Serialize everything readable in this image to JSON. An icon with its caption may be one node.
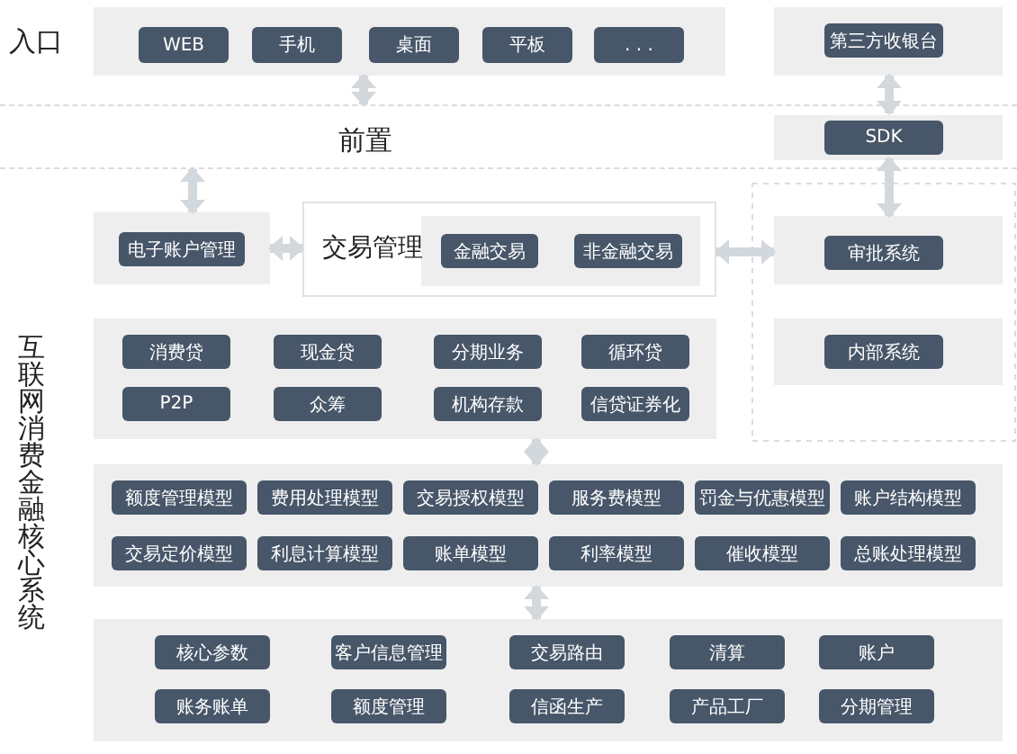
{
  "diagram": {
    "nodes": [
      {
        "text": [
          "入口"
        ]
      },
      {
        "text": [
          "WEB"
        ],
        "in": 0
      },
      {
        "text": [
          "手机"
        ],
        "in": 0
      },
      {
        "text": [
          "桌面"
        ],
        "in": 0
      },
      {
        "text": [
          "平板"
        ],
        "in": 0
      },
      {
        "text": [
          ". . ."
        ],
        "in": 0
      },
      {
        "text": [
          "前置"
        ]
      },
      {
        "text": [],
        "shape": "box"
      },
      {
        "text": [
          "电子账户管理"
        ],
        "in": 7
      },
      {
        "text": [
          "交易管理"
        ]
      },
      {
        "text": [],
        "shape": "box",
        "in": 9
      },
      {
        "text": [
          "金融交易"
        ],
        "in": 10
      },
      {
        "text": [
          "非金融交易"
        ],
        "in": 10
      },
      {
        "text": [],
        "shape": "box"
      },
      {
        "text": [
          "第三方收银台"
        ],
        "in": 13
      },
      {
        "text": [],
        "shape": "box",
        "in": 6
      },
      {
        "text": [
          "SDK"
        ],
        "in": 15
      },
      {
        "text": [],
        "shape": "box"
      },
      {
        "text": [
          "审批系统"
        ],
        "in": 17
      },
      {
        "text": [],
        "shape": "box"
      },
      {
        "text": [
          "内部系统"
        ],
        "in": 19
      },
      {
        "text": [],
        "shape": "box"
      },
      {
        "text": [
          "消费贷"
        ],
        "in": 21
      },
      {
        "text": [
          "现金贷"
        ],
        "in": 21
      },
      {
        "text": [
          "分期业务"
        ],
        "in": 21
      },
      {
        "text": [
          "循环贷"
        ],
        "in": 21
      },
      {
        "text": [
          "P2P"
        ],
        "in": 21
      },
      {
        "text": [
          "众筹"
        ],
        "in": 21
      },
      {
        "text": [
          "机构存款"
        ],
        "in": 21
      },
      {
        "text": [
          "信贷证券化"
        ],
        "in": 21
      },
      {
        "text": [],
        "shape": "box"
      },
      {
        "text": [
          "额度管理模型"
        ],
        "in": 30
      },
      {
        "text": [
          "费用处理模型"
        ],
        "in": 30
      },
      {
        "text": [
          "交易授权模型"
        ],
        "in": 30
      },
      {
        "text": [
          "服务费模型"
        ],
        "in": 30
      },
      {
        "text": [
          "罚金与优惠模型"
        ],
        "in": 30
      },
      {
        "text": [
          "账户结构模型"
        ],
        "in": 30
      },
      {
        "text": [
          "交易定价模型"
        ],
        "in": 30
      },
      {
        "text": [
          "利息计算模型"
        ],
        "in": 30
      },
      {
        "text": [
          "账单模型"
        ],
        "in": 30
      },
      {
        "text": [
          "利率模型"
        ],
        "in": 30
      },
      {
        "text": [
          "催收模型"
        ],
        "in": 30
      },
      {
        "text": [
          "总账处理模型"
        ],
        "in": 30
      },
      {
        "text": [],
        "shape": "box"
      },
      {
        "text": [
          "核心参数"
        ],
        "in": 43
      },
      {
        "text": [
          "客户信息管理"
        ],
        "in": 43
      },
      {
        "text": [
          "交易路由"
        ],
        "in": 43
      },
      {
        "text": [
          "清算"
        ],
        "in": 43
      },
      {
        "text": [
          "账户"
        ],
        "in": 43
      },
      {
        "text": [
          "账务账单"
        ],
        "in": 43
      },
      {
        "text": [
          "额度管理"
        ],
        "in": 43
      },
      {
        "text": [
          "信函生产"
        ],
        "in": 43
      },
      {
        "text": [
          "产品工厂"
        ],
        "in": 43
      },
      {
        "text": [
          "分期管理"
        ],
        "in": 43
      }
    ],
    "edges": [
      {
        "from": 0,
        "to": 6,
        "arrow": "both"
      },
      {
        "from": 6,
        "to": 7,
        "arrow": "both"
      },
      {
        "from": 7,
        "to": 9,
        "arrow": "both"
      },
      {
        "from": 9,
        "to": 17,
        "arrow": "both"
      },
      {
        "from": 13,
        "to": 15,
        "arrow": "both"
      },
      {
        "from": 15,
        "to": 17,
        "arrow": "both"
      },
      {
        "from": 21,
        "to": 30,
        "arrow": "both"
      },
      {
        "from": 30,
        "to": 43,
        "arrow": "both"
      }
    ],
    "labels": [
      "互联网消费金融核心系统"
    ]
  }
}
